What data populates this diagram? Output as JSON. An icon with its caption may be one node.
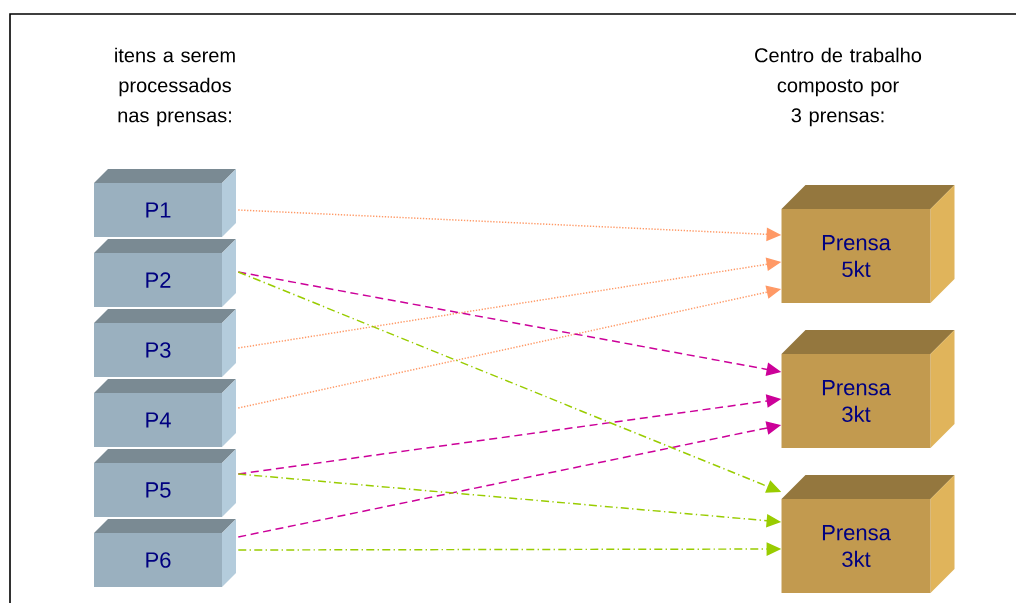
{
  "diagram": {
    "nodes": [
      {
        "text": [
          "P1"
        ]
      },
      {
        "text": [
          "P2"
        ]
      },
      {
        "text": [
          "P3"
        ]
      },
      {
        "text": [
          "P4"
        ]
      },
      {
        "text": [
          "P5"
        ]
      },
      {
        "text": [
          "P6"
        ]
      },
      {
        "text": [
          "Prensa 5kt"
        ]
      },
      {
        "text": [
          "Prensa 3kt"
        ]
      },
      {
        "text": [
          "Prensa 3kt"
        ]
      }
    ],
    "edges": [
      {
        "from": 0,
        "to": 6,
        "arrow": "to",
        "style": "dashed",
        "color": "#ff9966"
      },
      {
        "from": 2,
        "to": 6,
        "arrow": "to",
        "style": "dashed",
        "color": "#ff9966"
      },
      {
        "from": 3,
        "to": 6,
        "arrow": "to",
        "style": "dashed",
        "color": "#ff9966"
      },
      {
        "from": 1,
        "to": 7,
        "arrow": "to",
        "style": "dashed",
        "color": "#cc0099"
      },
      {
        "from": 4,
        "to": 7,
        "arrow": "to",
        "style": "dashed",
        "color": "#cc0099"
      },
      {
        "from": 5,
        "to": 7,
        "arrow": "to",
        "style": "dashed",
        "color": "#cc0099"
      },
      {
        "from": 1,
        "to": 8,
        "arrow": "to",
        "style": "dashed",
        "color": "#99cc00"
      },
      {
        "from": 4,
        "to": 8,
        "arrow": "to",
        "style": "dashed",
        "color": "#99cc00"
      },
      {
        "from": 5,
        "to": 8,
        "arrow": "to",
        "style": "dashed",
        "color": "#99cc00"
      }
    ],
    "labels": [
      "itens a serem processados nas prensas:",
      "Centro de trabalho composto por 3 prensas:"
    ]
  }
}
